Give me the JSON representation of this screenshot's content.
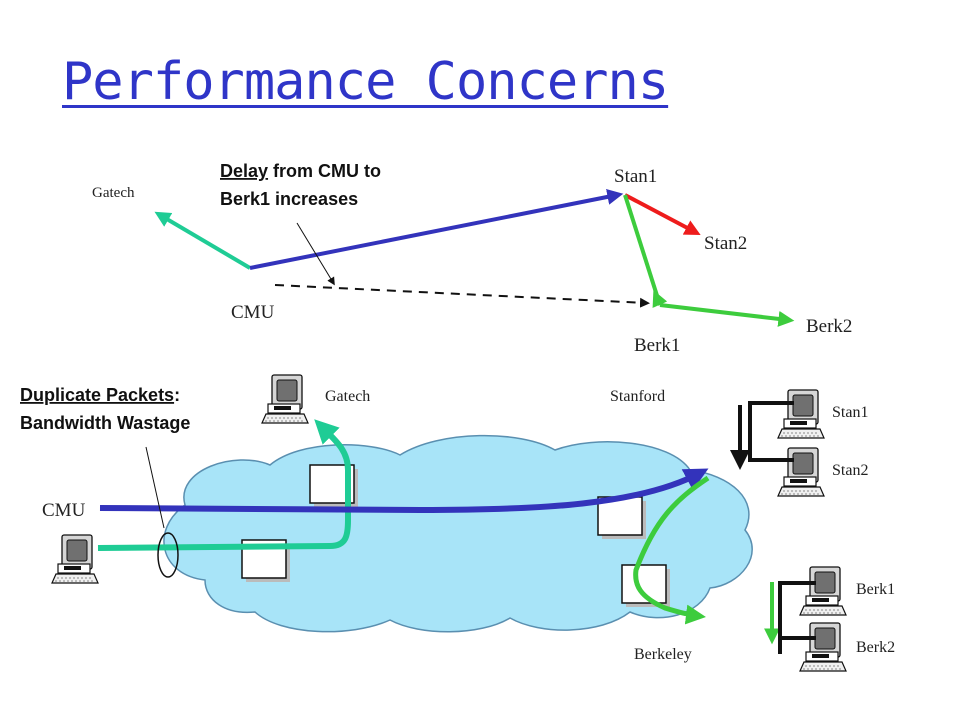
{
  "title": "Performance Concerns",
  "top_diagram": {
    "nodes": {
      "gatech": "Gatech",
      "stan1": "Stan1",
      "stan2": "Stan2",
      "cmu": "CMU",
      "berk1": "Berk1",
      "berk2": "Berk2"
    },
    "annotation": {
      "emphasis": "Delay",
      "line1_rest": " from CMU to",
      "line2": "Berk1 increases"
    }
  },
  "bottom_diagram": {
    "sites": {
      "gatech": "Gatech",
      "stanford": "Stanford",
      "berkeley": "Berkeley",
      "cmu": "CMU"
    },
    "hosts": {
      "stan1": "Stan1",
      "stan2": "Stan2",
      "berk1": "Berk1",
      "berk2": "Berk2"
    },
    "annotation": {
      "emphasis": "Duplicate Packets",
      "line1_rest": ":",
      "line2": "Bandwidth Wastage"
    }
  },
  "colors": {
    "title": "#2f35c8",
    "blue_path": "#3333bb",
    "teal_path": "#1fcc95",
    "green_path": "#3dcc3d",
    "red_path": "#ee1c1c",
    "cloud_fill": "#a8e4f8",
    "cloud_stroke": "#5a8fb0"
  }
}
